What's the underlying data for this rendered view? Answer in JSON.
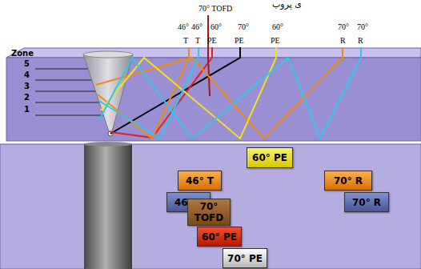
{
  "diagram": {
    "nodes": [
      {
        "text": [
          "60° PE"
        ]
      },
      {
        "text": [
          "46° T"
        ]
      },
      {
        "text": [
          "70° R"
        ]
      },
      {
        "text": [
          "46° T"
        ]
      },
      {
        "text": [
          "70° R"
        ]
      },
      {
        "text": [
          "70° TOFD"
        ]
      },
      {
        "text": [
          "60° PE"
        ]
      },
      {
        "text": [
          "70° PE"
        ]
      }
    ],
    "labels": [
      "ی پروب",
      "70° TOFD",
      "46°",
      "46°",
      "60°",
      "70°",
      "60°",
      "70°",
      "70°",
      "T",
      "T",
      "PE",
      "PE",
      "PE",
      "R",
      "R",
      "Zone",
      "5",
      "4",
      "3",
      "2",
      "1"
    ]
  }
}
